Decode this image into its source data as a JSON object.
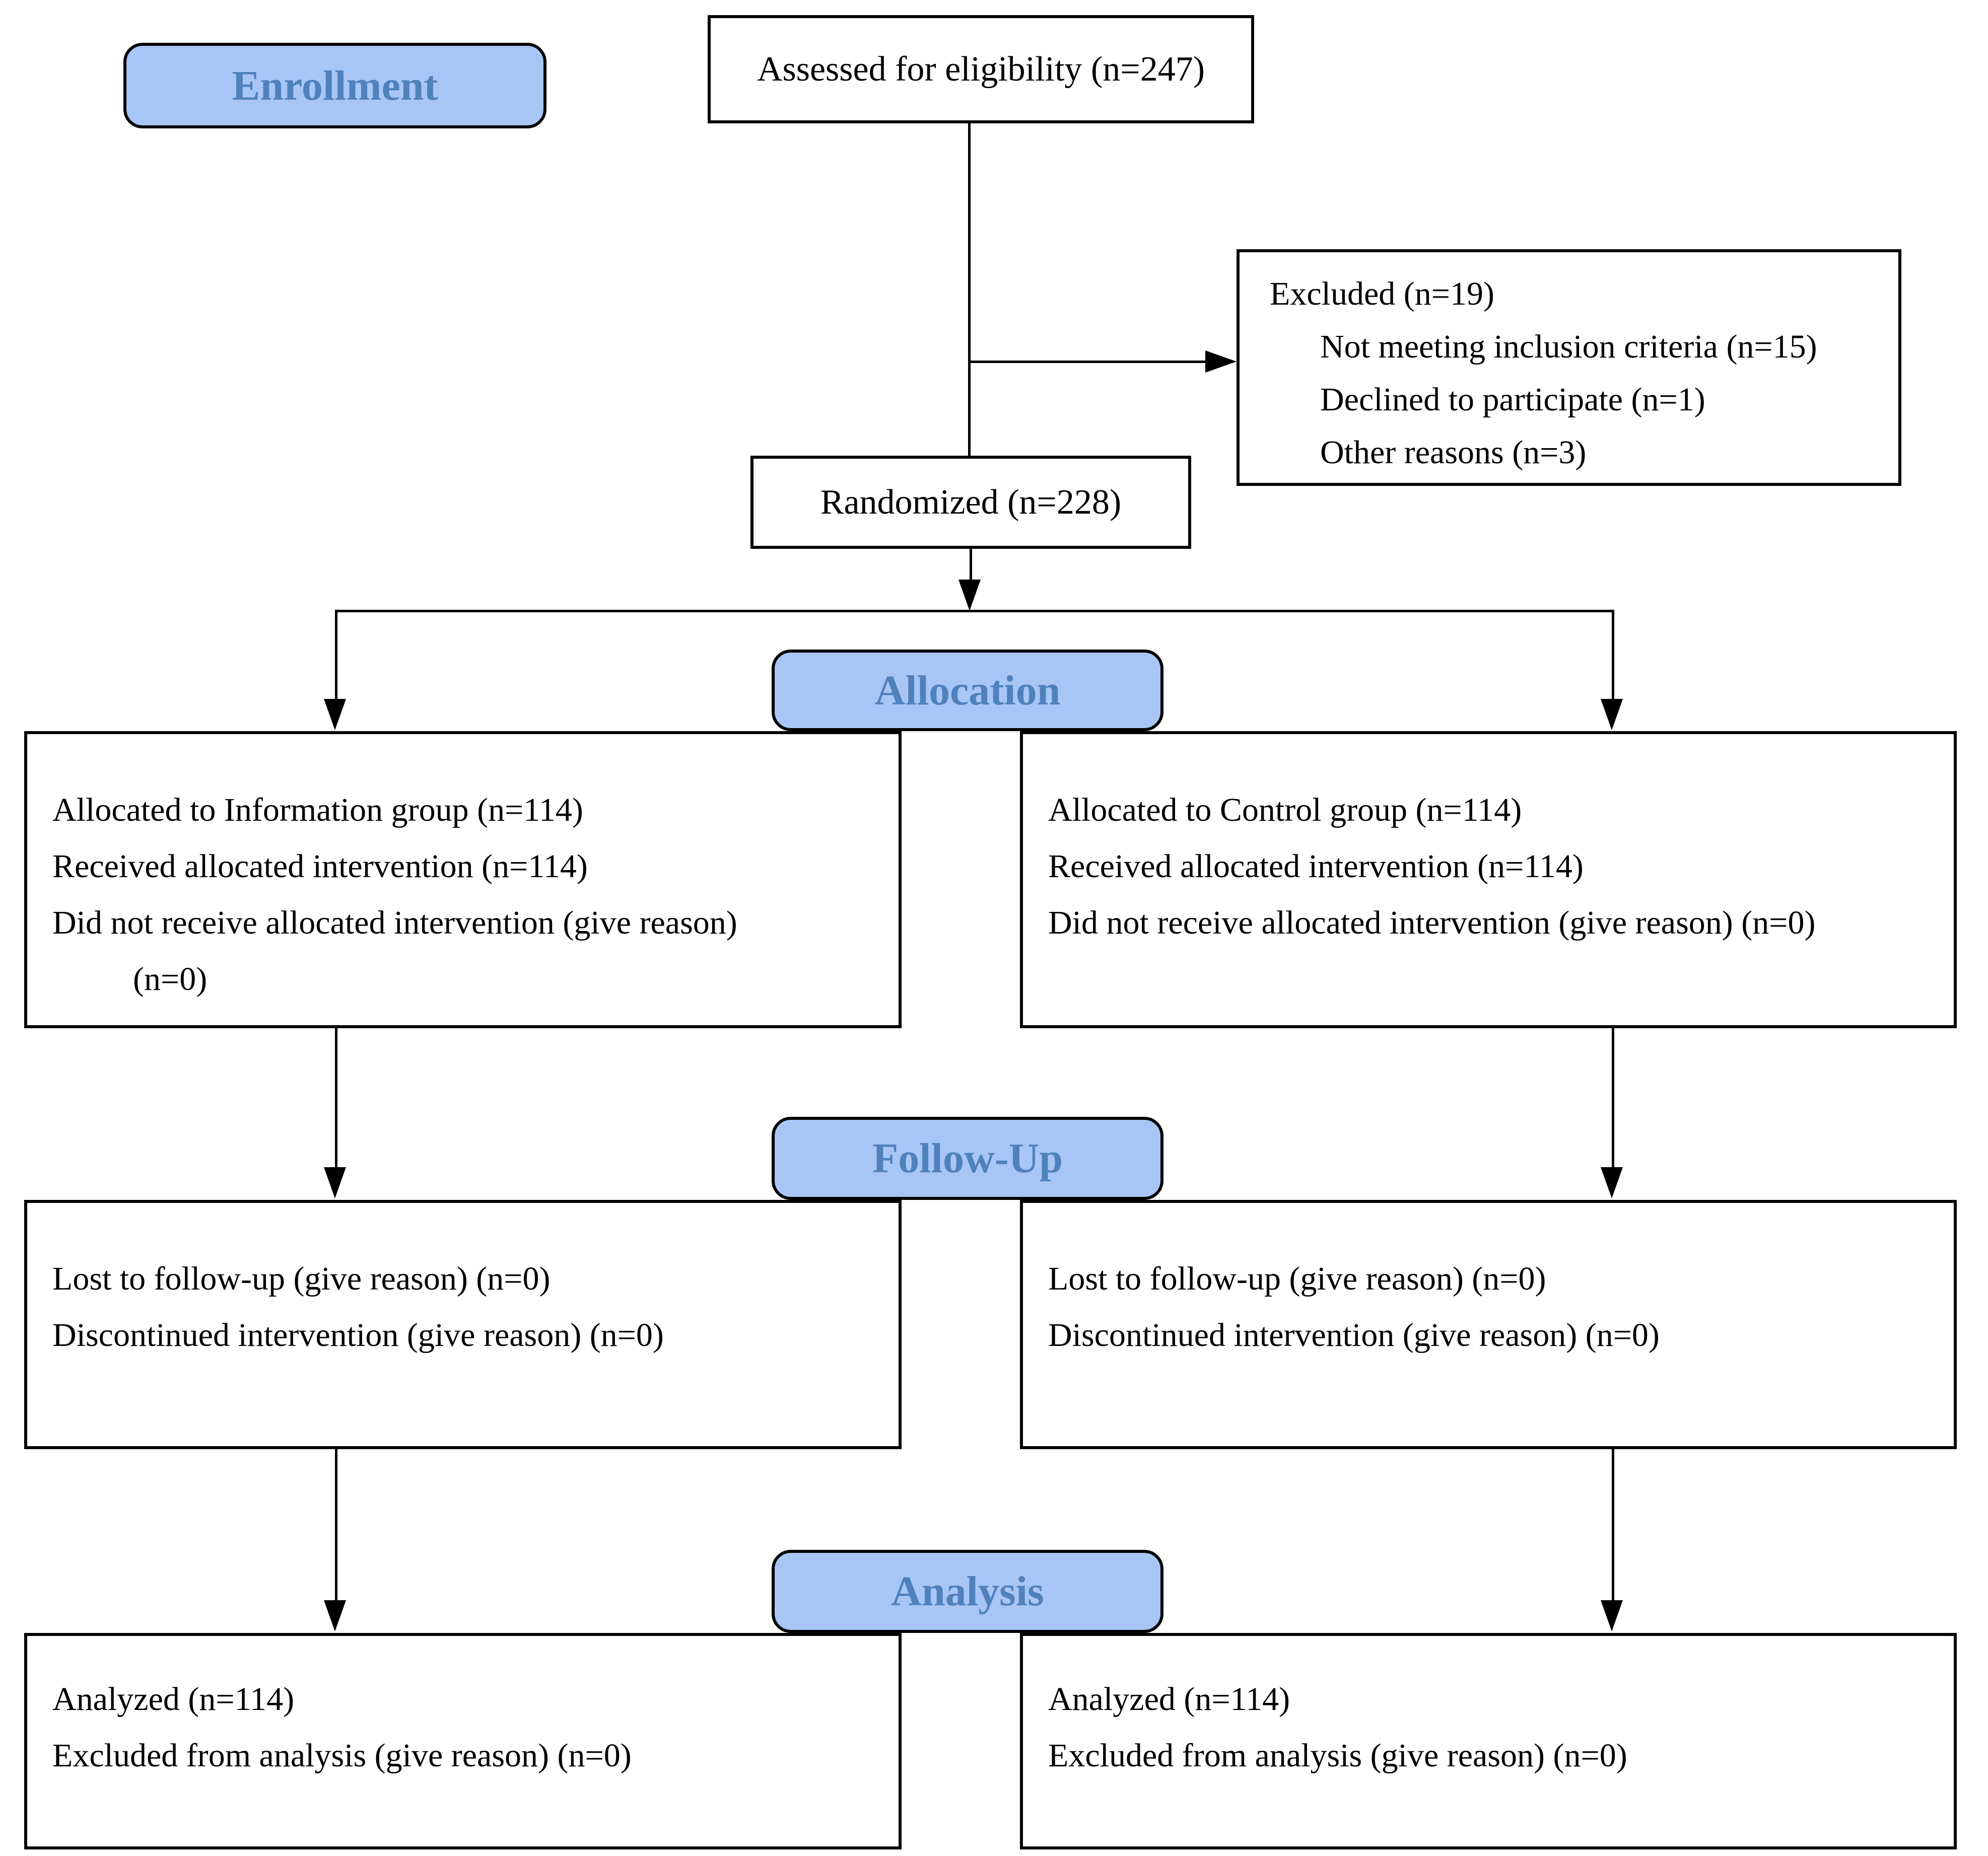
{
  "stage_labels": {
    "enrollment": "Enrollment",
    "allocation": "Allocation",
    "follow_up": "Follow-Up",
    "analysis": "Analysis"
  },
  "assessed": {
    "text": "Assessed for eligibility (n=247)"
  },
  "excluded": {
    "title": "Excluded (n=19)",
    "items": [
      "Not meeting inclusion criteria (n=15)",
      "Declined to participate (n=1)",
      "Other reasons (n=3)"
    ]
  },
  "randomized": {
    "text": "Randomized (n=228)"
  },
  "allocation": {
    "left": {
      "lines": [
        "Allocated to Information group (n=114)",
        "Received allocated intervention (n=114)",
        "Did not receive allocated intervention (give reason)"
      ],
      "continuation": "(n=0)"
    },
    "right": {
      "lines": [
        "Allocated to Control group (n=114)",
        "Received allocated intervention (n=114)",
        "Did not receive allocated intervention (give reason) (n=0)"
      ]
    }
  },
  "follow_up": {
    "left": {
      "lines": [
        "Lost to follow-up (give reason) (n=0)",
        "Discontinued intervention (give reason) (n=0)"
      ]
    },
    "right": {
      "lines": [
        "Lost to follow-up (give reason) (n=0)",
        "Discontinued intervention (give reason) (n=0)"
      ]
    }
  },
  "analysis": {
    "left": {
      "lines": [
        "Analyzed (n=114)",
        "Excluded from analysis (give reason) (n=0)"
      ]
    },
    "right": {
      "lines": [
        "Analyzed (n=114)",
        "Excluded from analysis (give reason) (n=0)"
      ]
    }
  },
  "colors": {
    "stage_fill": "#a7c5f5",
    "stage_text": "#4f81bd",
    "line": "#000000",
    "box_fill": "#ffffff",
    "box_border": "#000000"
  }
}
